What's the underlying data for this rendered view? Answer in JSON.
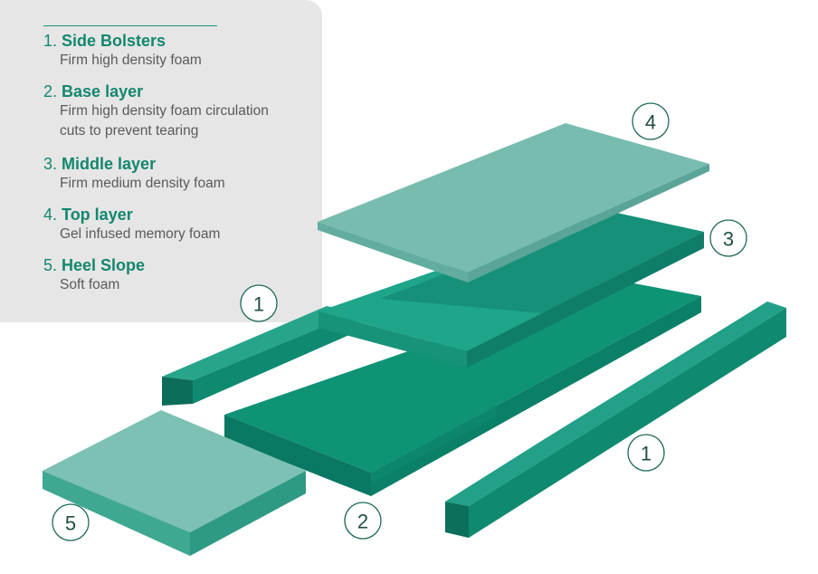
{
  "legend": {
    "items": [
      {
        "num": "1.",
        "name": "Side Bolsters",
        "desc": "Firm high density foam"
      },
      {
        "num": "2.",
        "name": "Base layer",
        "desc": "Firm high density foam circulation\ncuts to prevent tearing"
      },
      {
        "num": "3.",
        "name": "Middle layer",
        "desc": "Firm medium density foam"
      },
      {
        "num": "4.",
        "name": "Top layer",
        "desc": "Gel infused memory foam"
      },
      {
        "num": "5.",
        "name": "Heel Slope",
        "desc": "Soft foam"
      }
    ]
  },
  "callouts": {
    "bolster_left": "1",
    "bolster_right": "1",
    "base": "2",
    "middle": "3",
    "top": "4",
    "heel": "5"
  },
  "colors": {
    "brand_teal": "#13876f",
    "top_layer": "#78bcb0",
    "middle_layer": "#1ea58a",
    "base_layer": "#0e9375",
    "heel_top": "#7cc1b3",
    "panel_bg": "#e6e6e6"
  }
}
